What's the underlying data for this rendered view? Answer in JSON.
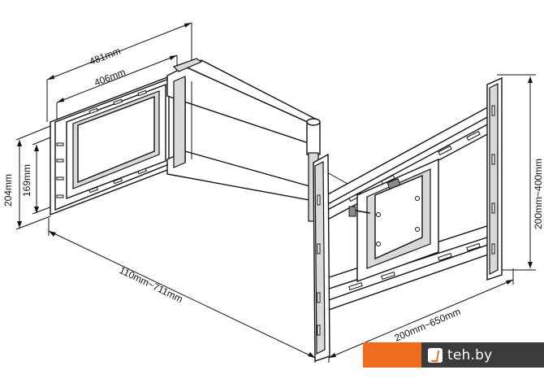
{
  "dimensions": {
    "width_outer": "481mm",
    "width_inner": "406mm",
    "height_outer": "204mm",
    "height_inner": "169mm",
    "extension": "110mm~711mm",
    "vesa_vertical": "200mm~400mm",
    "vesa_horizontal": "200mm~650mm"
  },
  "watermark": {
    "text": "teh.by",
    "colors": {
      "orange": "#ef6c1e",
      "dark": "#3b3b3b"
    }
  }
}
